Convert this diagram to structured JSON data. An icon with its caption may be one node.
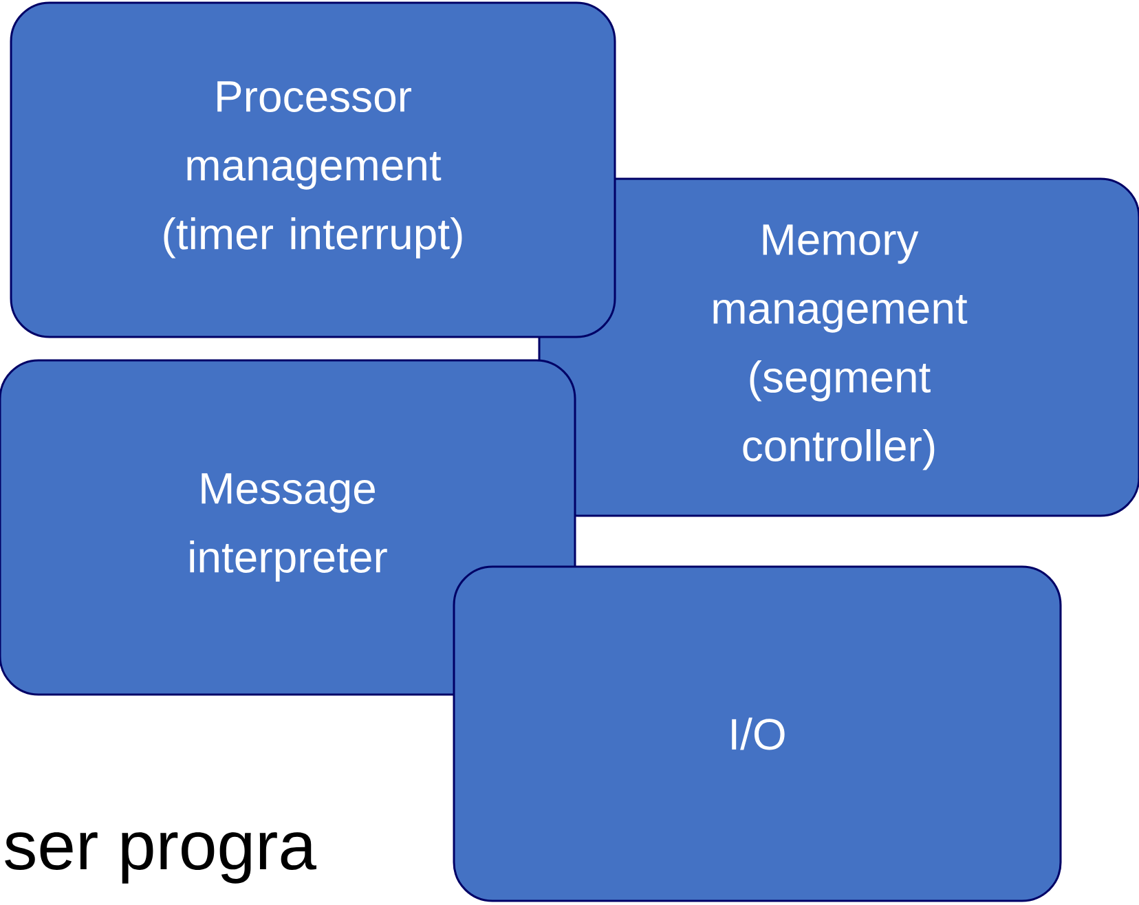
{
  "diagram": {
    "nodes": [
      {
        "text": [
          "Processor management (timer interrupt)"
        ]
      },
      {
        "text": [
          "Memory management (segment controller)"
        ]
      },
      {
        "text": [
          "Message interpreter"
        ]
      },
      {
        "text": [
          "I/O"
        ]
      }
    ],
    "labels": [
      "ser progra"
    ]
  }
}
